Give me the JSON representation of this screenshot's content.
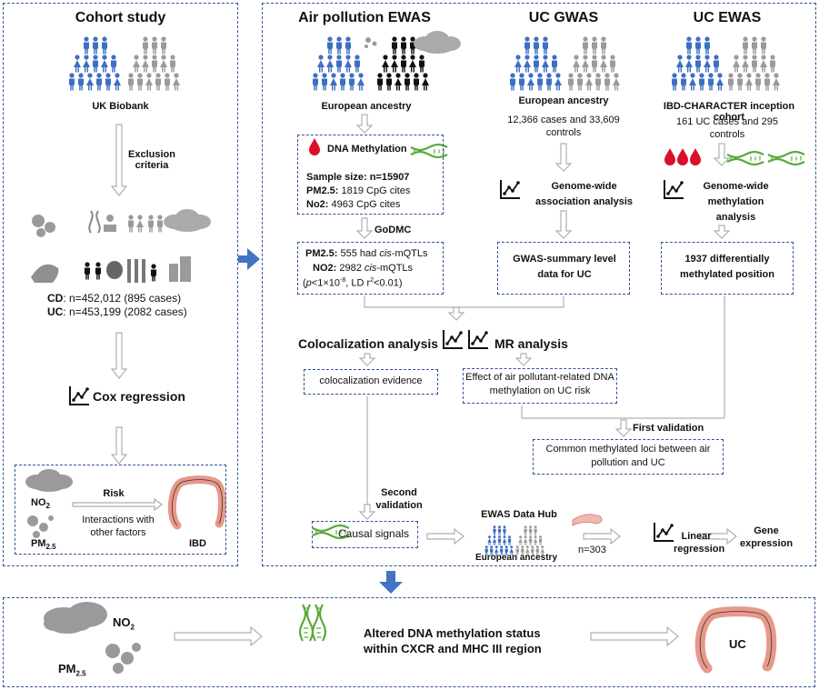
{
  "cohort": {
    "title": "Cohort study",
    "source": "UK Biobank",
    "exclusion": "Exclusion criteria",
    "cd_label": "CD",
    "cd_value": ": n=452,012 (895 cases)",
    "uc_label": "UC",
    "uc_value": ": n=453,199 (2082 cases)",
    "cox": "Cox regression",
    "no2": "NO",
    "no2_sub": "2",
    "pm": "PM",
    "pm_sub": "2.5",
    "risk": "Risk",
    "interactions": "Interactions with other factors",
    "ibd": "IBD"
  },
  "ewas_air": {
    "title": "Air pollution EWAS",
    "ancestry": "European ancestry",
    "dm_title": "DNA Methylation",
    "sample_size": "Sample size: n=15907",
    "pm_label": "PM2.5:",
    "pm_value": " 1819 CpG cites",
    "no2_label": "No2:",
    "no2_value": " 4963 CpG cites",
    "godmc": "GoDMC",
    "mqtl_pm_label": "PM2.5:",
    "mqtl_pm_a": " 555 had ",
    "mqtl_pm_b": "cis",
    "mqtl_pm_c": "-mQTLs",
    "mqtl_no2_label": "NO2:",
    "mqtl_no2_a": " 2982 ",
    "mqtl_no2_b": "cis",
    "mqtl_no2_c": "-mQTLs",
    "mqtl_p_a": "(",
    "mqtl_p_b": "p",
    "mqtl_p_c": "<1×10",
    "mqtl_p_sup": "-8",
    "mqtl_p_d": ", LD r",
    "mqtl_p_sup2": "2",
    "mqtl_p_e": "<0.01)"
  },
  "gwas": {
    "title": "UC GWAS",
    "ancestry": "European ancestry",
    "cases": "12,366 cases and 33,609 controls",
    "analysis": "Genome-wide association analysis",
    "summary": "GWAS-summary level data for UC"
  },
  "uc_ewas": {
    "title": "UC EWAS",
    "cohort": "IBD-CHARACTER inception cohort",
    "cases": "161 UC cases and 295 controls",
    "analysis": "Genome-wide methylation analysis",
    "positions": "1937 differentially methylated position"
  },
  "middle": {
    "coloc": "Colocalization analysis",
    "mr": "MR analysis",
    "coloc_evidence": "colocalization evidence",
    "effect": "Effect of air pollutant-related DNA methylation on UC risk",
    "first_validation": "First validation",
    "common": "Common methylated loci between air pollution and UC",
    "second_validation": "Second validation",
    "causal": "Causal signals",
    "ewas_hub": "EWAS Data Hub",
    "hub_ancestry": "European ancestry",
    "n303": "n=303",
    "linear": "Linear regression",
    "gene_expression": "Gene expression"
  },
  "bottom": {
    "no2": "NO",
    "no2_sub": "2",
    "pm": "PM",
    "pm_sub": "2.5",
    "altered": "Altered DNA methylation status within CXCR and MHC III region",
    "uc": "UC"
  },
  "colors": {
    "border_blue": "#2f5597",
    "people_blue": "#3d6fc0",
    "people_gray": "#9a9a9a",
    "arrow_fill": "#4472c4",
    "dna_green": "#5aaa3c",
    "blood_red": "#d8102a",
    "intestine_pink": "#e8988a"
  }
}
